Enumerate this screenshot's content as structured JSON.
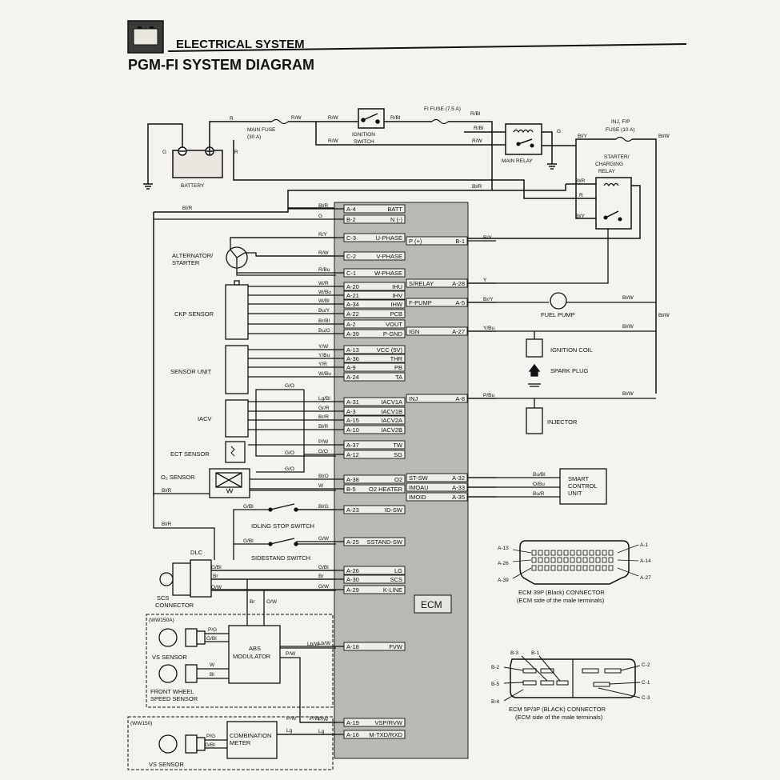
{
  "header": {
    "section": "ELECTRICAL SYSTEM",
    "title": "PGM-FI SYSTEM DIAGRAM"
  },
  "power": {
    "main_fuse": "MAIN FUSE (30 A)",
    "main_fuse_line1": "MAIN FUSE",
    "main_fuse_line2": "(30 A)",
    "battery": "BATTERY",
    "ignition_switch_line1": "IGNITION",
    "ignition_switch_line2": "SWITCH",
    "fi_fuse": "FI FUSE (7.5 A)",
    "main_relay": "MAIN RELAY",
    "inj_fuse_line1": "INJ, F/P",
    "inj_fuse_line2": "FUSE (10 A)",
    "starter_relay_line1": "STARTER/",
    "starter_relay_line2": "CHARGING",
    "starter_relay_line3": "RELAY"
  },
  "wire_colors": {
    "r": "R",
    "rw": "R/W",
    "rbl": "R/Bl",
    "g": "G",
    "bly": "Bl/Y",
    "blw": "Bl/W",
    "blr": "Bl/R",
    "ry": "R/Y",
    "rbu": "R/Bu",
    "y": "Y",
    "bry": "Br/Y",
    "ybu": "Y/Bu",
    "pbu": "P/Bu",
    "blo": "Bl/O",
    "w": "W",
    "bubl": "Bu/Bl",
    "obu": "O/Bu",
    "bur": "Bu/R",
    "gbl": "G/Bl",
    "gw": "G/W",
    "go": "G/O",
    "br": "Br",
    "ow": "O/W",
    "lbw": "Lb/W",
    "pw": "P/W",
    "lg": "Lg",
    "pg": "P/G",
    "bl": "Bl"
  },
  "components": {
    "alternator_line1": "ALTERNATOR/",
    "alternator_line2": "STARTER",
    "ckp": "CKP SENSOR",
    "sensor_unit": "SENSOR UNIT",
    "iacv": "IACV",
    "ect": "ECT SENSOR",
    "o2": "O₂ SENSOR",
    "idling_stop": "IDLING STOP SWITCH",
    "sidestand": "SIDESTAND SWITCH",
    "dlc": "DLC",
    "scs_line1": "SCS",
    "scs_line2": "CONNECTOR",
    "ww150a": "(WW150A)",
    "vs_sensor": "VS SENSOR",
    "abs_line1": "ABS",
    "abs_line2": "MODULATOR",
    "front_line1": "FRONT WHEEL",
    "front_line2": "SPEED SENSOR",
    "ww150": "(WW150)",
    "combo_line1": "COMBINATION",
    "combo_line2": "METER",
    "vs_sensor2": "VS SENSOR",
    "fuel_pump": "FUEL PUMP",
    "ignition_coil": "IGNITION COIL",
    "spark_plug": "SPARK PLUG",
    "injector": "INJECTOR",
    "smart_line1": "SMART",
    "smart_line2": "CONTROL",
    "smart_line3": "UNIT",
    "ecm": "ECM"
  },
  "ecm_left": [
    {
      "wire": "Bl/R",
      "pin": "A-4",
      "signal": "BATT"
    },
    {
      "wire": "G",
      "pin": "B-2",
      "signal": "N (-)"
    },
    {
      "wire": "R/Y",
      "pin": "C-3",
      "signal": "U-PHASE"
    },
    {
      "wire": "R/W",
      "pin": "C-2",
      "signal": "V-PHASE"
    },
    {
      "wire": "R/Bu",
      "pin": "C-1",
      "signal": "W-PHASE"
    },
    {
      "wire": "W/R",
      "pin": "A-20",
      "signal": "IHU"
    },
    {
      "wire": "W/Bu",
      "pin": "A-21",
      "signal": "IHV"
    },
    {
      "wire": "W/Bl",
      "pin": "A-34",
      "signal": "IHW"
    },
    {
      "wire": "Bu/Y",
      "pin": "A-22",
      "signal": "PCB"
    },
    {
      "wire": "Br/Bl",
      "pin": "A-2",
      "signal": "VOUT"
    },
    {
      "wire": "Bu/G",
      "pin": "A-39",
      "signal": "P-GND"
    },
    {
      "wire": "Y/W",
      "pin": "A-13",
      "signal": "VCC (5V)"
    },
    {
      "wire": "Y/Bu",
      "pin": "A-36",
      "signal": "THR"
    },
    {
      "wire": "Y/R",
      "pin": "A-9",
      "signal": "PB"
    },
    {
      "wire": "W/Bu",
      "pin": "A-24",
      "signal": "TA"
    },
    {
      "wire": "Lg/Bl",
      "pin": "A-31",
      "signal": "IACV1A"
    },
    {
      "wire": "Gr/R",
      "pin": "A-3",
      "signal": "IACV1B"
    },
    {
      "wire": "Br/R",
      "pin": "A-15",
      "signal": "IACV2A"
    },
    {
      "wire": "Bl/R",
      "pin": "A-10",
      "signal": "IACV2B"
    },
    {
      "wire": "P/W",
      "pin": "A-37",
      "signal": "TW"
    },
    {
      "wire": "G/O",
      "pin": "A-12",
      "signal": "SG"
    },
    {
      "wire": "Bl/O",
      "pin": "A-38",
      "signal": "O2"
    },
    {
      "wire": "W",
      "pin": "B-5",
      "signal": "O2 HEATER"
    },
    {
      "wire": "Bl/G",
      "pin": "A-23",
      "signal": "ID-SW"
    },
    {
      "wire": "G/W",
      "pin": "A-25",
      "signal": "SSTAND-SW"
    },
    {
      "wire": "G/Bl",
      "pin": "A-26",
      "signal": "LG"
    },
    {
      "wire": "Br",
      "pin": "A-30",
      "signal": "SCS"
    },
    {
      "wire": "O/W",
      "pin": "A-29",
      "signal": "K-LINE"
    },
    {
      "wire": "Lb/W",
      "pin": "A-18",
      "signal": "FVW"
    },
    {
      "wire": "P/W",
      "pin": "A-19",
      "signal": "VSP/RVW"
    },
    {
      "wire": "Lg",
      "pin": "A-16",
      "signal": "M-TXD/RXD"
    }
  ],
  "ecm_right": [
    {
      "signal": "P (+)",
      "pin": "B-1",
      "wire": "R/Y"
    },
    {
      "signal": "S/RELAY",
      "pin": "A-28",
      "wire": "Y"
    },
    {
      "signal": "F-PUMP",
      "pin": "A-5",
      "wire": "Br/Y"
    },
    {
      "signal": "IGN",
      "pin": "A-27",
      "wire": "Y/Bu"
    },
    {
      "signal": "INJ",
      "pin": "A-8",
      "wire": "P/Bu"
    },
    {
      "signal": "ST-SW",
      "pin": "A-32",
      "wire": "Bu/Bl"
    },
    {
      "signal": "IMOAU",
      "pin": "A-33",
      "wire": "O/Bu"
    },
    {
      "signal": "IMOID",
      "pin": "A-35",
      "wire": "Bu/R"
    }
  ],
  "connector39": {
    "pins": {
      "tl": "A-13",
      "tr": "A-1",
      "ml": "A-26",
      "mr": "A-14",
      "bl": "A-39",
      "br": "A-27"
    },
    "caption1": "ECM 39P (Black) CONNECTOR",
    "caption2": "(ECM side of the male terminals)"
  },
  "connector53": {
    "pins": {
      "b3": "B-3",
      "b1": "B-1",
      "b2": "B-2",
      "b5": "B-5",
      "b4": "B-4",
      "c2": "C-2",
      "c1": "C-1",
      "c3": "C-3"
    },
    "caption1": "ECM 5P/3P (BLACK) CONNECTOR",
    "caption2": "(ECM side of the male terminals)"
  }
}
